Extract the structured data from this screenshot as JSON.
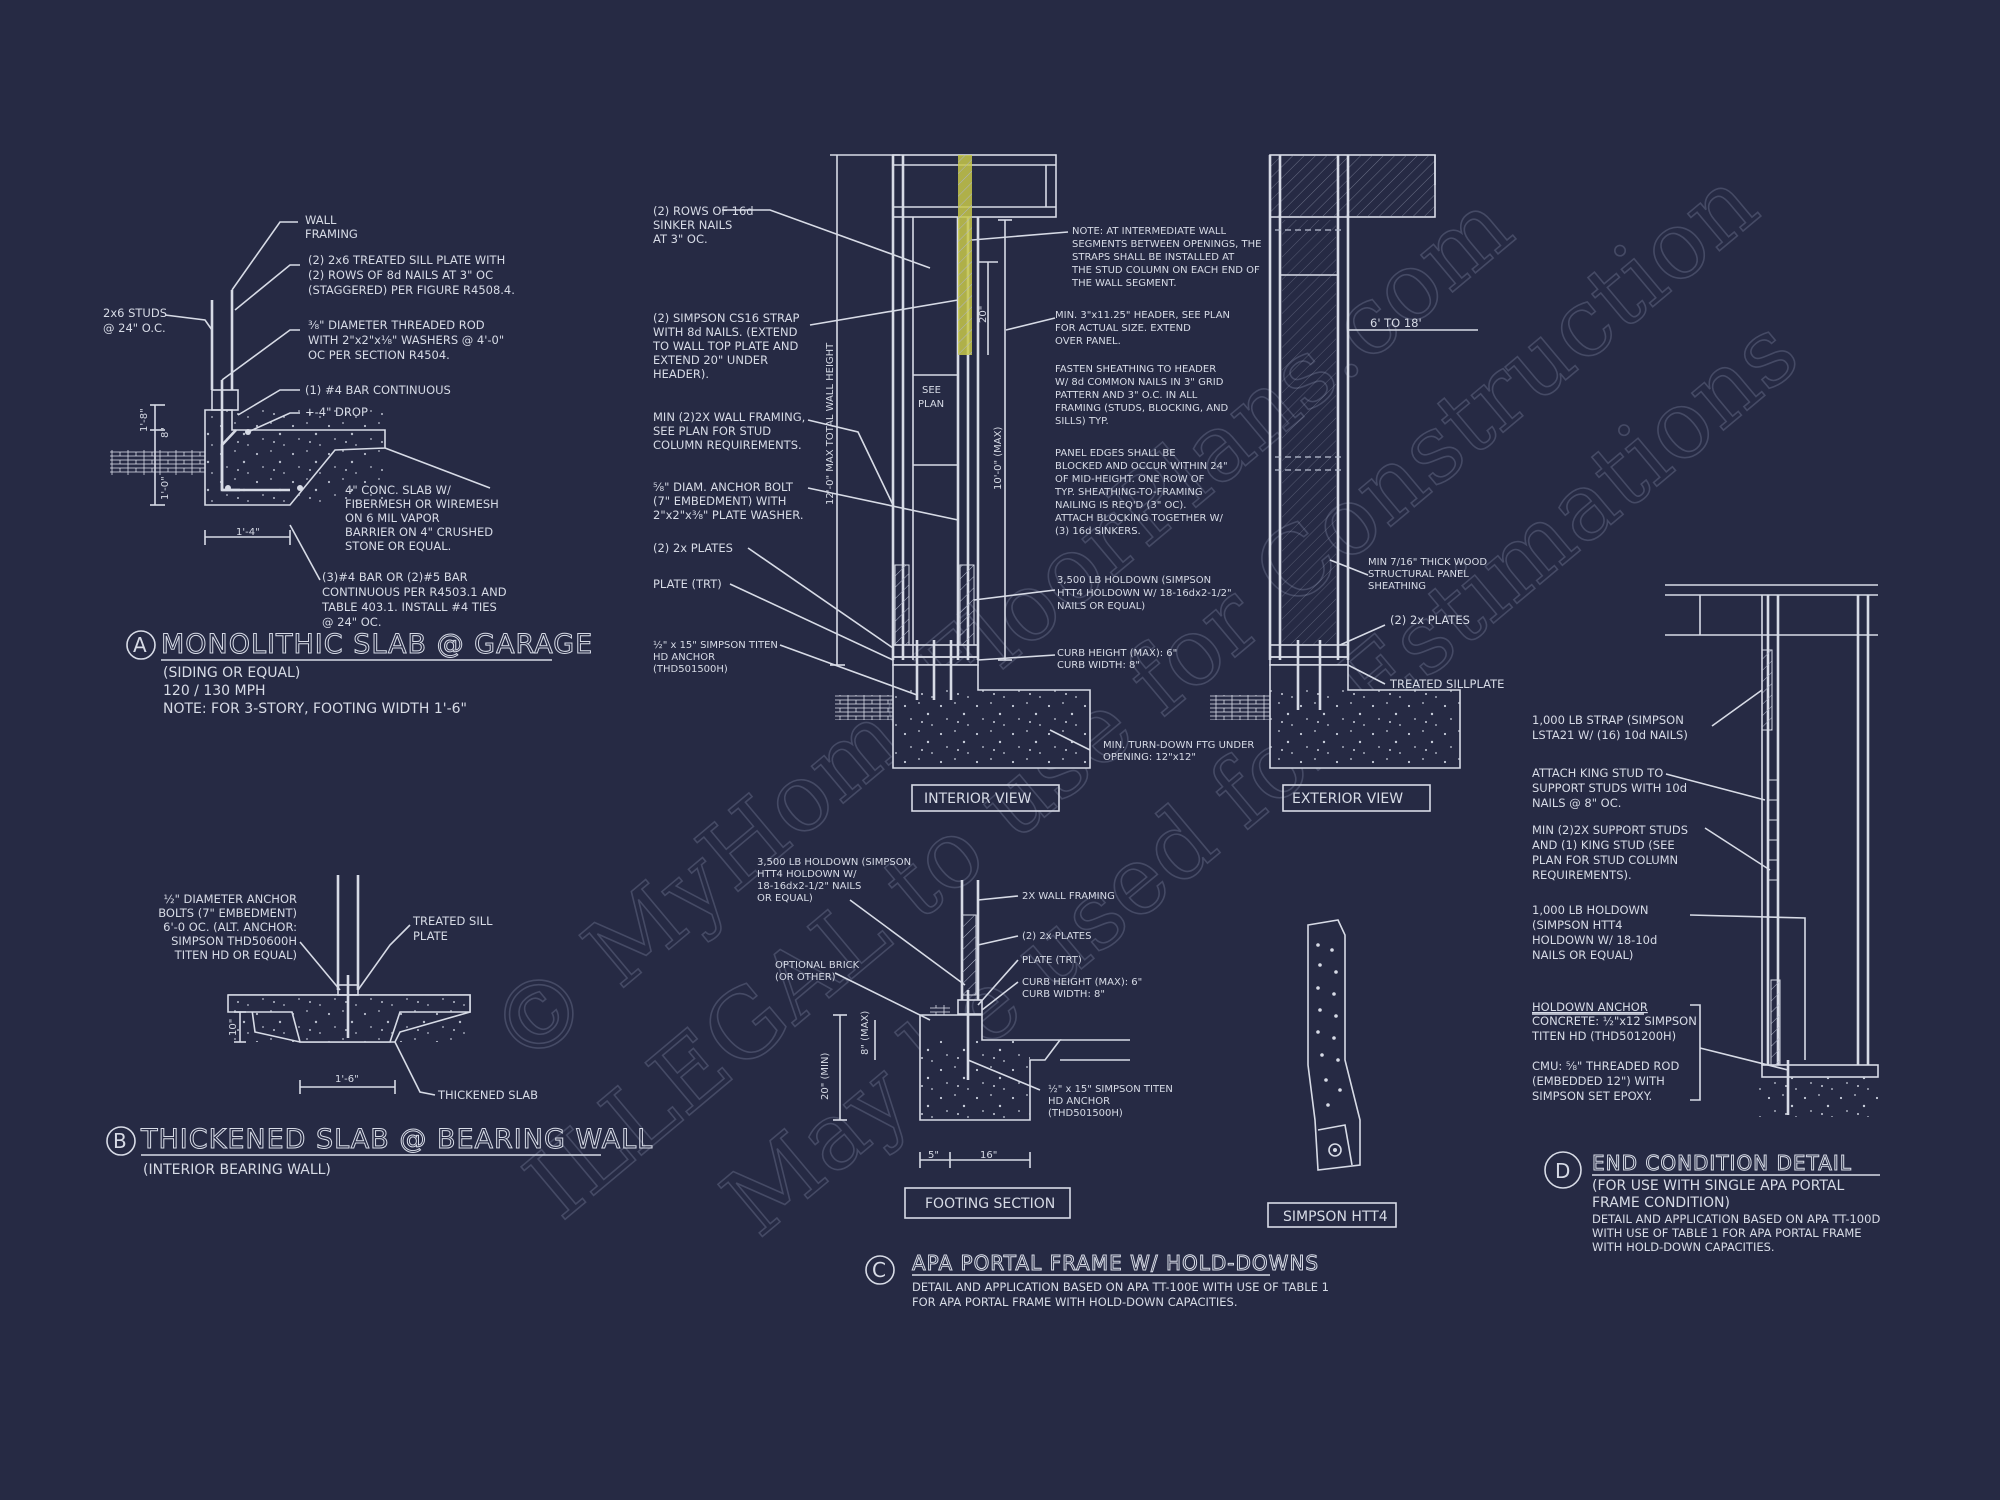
{
  "watermark": {
    "line1": "© MyHomeFloorPlans.com",
    "line2": "ILLEGAL to use for Construction",
    "line3": "May be used for Estimations"
  },
  "detail_a": {
    "circle": "A",
    "title": "MONOLITHIC SLAB @ GARAGE",
    "subtitle_lines": [
      "(SIDING OR EQUAL)",
      "120 / 130 MPH",
      "NOTE: FOR 3-STORY, FOOTING WIDTH 1'-6\""
    ],
    "notes": {
      "wall_framing": [
        "WALL",
        "FRAMING"
      ],
      "sill_plate": [
        "(2) 2x6 TREATED SILL PLATE WITH",
        "(2) ROWS OF 8d NAILS AT 3\" OC",
        "(STAGGERED) PER FIGURE R4508.4."
      ],
      "rod": [
        "⅜\" DIAMETER THREADED ROD",
        "WITH 2\"x2\"x⅛\" WASHERS @ 4'-0\"",
        "OC PER SECTION R4504."
      ],
      "bar": [
        "(1) #4 BAR CONTINUOUS"
      ],
      "drop": [
        "+-4\" DROP"
      ],
      "slab": [
        "4\" CONC. SLAB W/",
        "FIBERMESH OR WIREMESH",
        "ON 6 MIL VAPOR",
        "BARRIER ON 4\" CRUSHED",
        "STONE OR EQUAL."
      ],
      "bars": [
        "(3)#4 BAR OR (2)#5 BAR",
        "CONTINUOUS PER R4503.1 AND",
        "TABLE 403.1. INSTALL #4 TIES",
        "@ 24\" OC."
      ],
      "studs": [
        "2x6 STUDS",
        "@ 24\" O.C."
      ]
    },
    "dims": {
      "d1": "1'-8\"",
      "d2": "8\"",
      "d3": "1'-0\"",
      "d4": "1'-4\""
    }
  },
  "detail_b": {
    "circle": "B",
    "title": "THICKENED SLAB @ BEARING WALL",
    "subtitle": "(INTERIOR BEARING WALL)",
    "notes": {
      "anchor": [
        "½\" DIAMETER ANCHOR",
        "BOLTS (7\" EMBEDMENT)",
        "6'-0 OC. (ALT. ANCHOR:",
        "SIMPSON THD50600H",
        "TITEN HD OR EQUAL)"
      ],
      "sill": [
        "TREATED SILL",
        "PLATE"
      ],
      "slab": [
        "THICKENED SLAB"
      ]
    },
    "dims": {
      "d1": "10\"",
      "d2": "1'-6\""
    }
  },
  "detail_c": {
    "circle": "C",
    "title": "APA PORTAL FRAME W/ HOLD-DOWNS",
    "subtitle_lines": [
      "DETAIL AND APPLICATION BASED ON APA TT-100E WITH USE OF TABLE 1",
      "FOR APA PORTAL FRAME WITH HOLD-DOWN CAPACITIES."
    ],
    "interior_label": "INTERIOR VIEW",
    "exterior_label": "EXTERIOR VIEW",
    "footing_label": "FOOTING SECTION",
    "htt4_label": "SIMPSON HTT4",
    "left_notes": {
      "n1": [
        "(2) ROWS OF 16d",
        "SINKER NAILS",
        "AT 3\" OC."
      ],
      "n2": [
        "(2) SIMPSON CS16 STRAP",
        "WITH 8d NAILS. (EXTEND",
        "TO WALL TOP PLATE AND",
        "EXTEND 20\" UNDER",
        "HEADER)."
      ],
      "n3": [
        "MIN (2)2X WALL FRAMING,",
        "SEE PLAN FOR STUD",
        "COLUMN REQUIREMENTS."
      ],
      "n4": [
        "⅝\" DIAM. ANCHOR BOLT",
        "(7\" EMBEDMENT) WITH",
        "2\"x2\"x⅜\" PLATE WASHER."
      ],
      "n5": [
        "(2) 2x PLATES"
      ],
      "n6": [
        "PLATE (TRT)"
      ],
      "n7": [
        "½\" x 15\" SIMPSON TITEN",
        "HD ANCHOR",
        "(THD501500H)"
      ]
    },
    "mid_notes": {
      "n1": [
        "NOTE: AT INTERMEDIATE WALL",
        "SEGMENTS BETWEEN OPENINGS, THE",
        "STRAPS SHALL BE INSTALLED AT",
        "THE STUD COLUMN ON EACH END OF",
        "THE WALL SEGMENT."
      ],
      "n2": [
        "MIN. 3\"x11.25\" HEADER, SEE PLAN",
        "FOR ACTUAL SIZE. EXTEND",
        "OVER PANEL."
      ],
      "n3": [
        "FASTEN SHEATHING TO HEADER",
        "W/ 8d COMMON NAILS IN 3\" GRID",
        "PATTERN AND 3\" O.C. IN ALL",
        "FRAMING (STUDS, BLOCKING, AND",
        "SILLS) TYP."
      ],
      "n4": [
        "PANEL EDGES SHALL BE",
        "BLOCKED AND OCCUR WITHIN 24\"",
        "OF MID-HEIGHT. ONE ROW OF",
        "TYP. SHEATHING-TO-FRAMING",
        "NAILING IS REQ'D (3\" OC).",
        "ATTACH BLOCKING TOGETHER W/",
        "(3) 16d SINKERS."
      ],
      "n5": [
        "3,500 LB HOLDOWN (SIMPSON",
        "HTT4 HOLDOWN W/ 18-16dx2-1/2\"",
        "NAILS OR EQUAL)"
      ],
      "n6": [
        "CURB HEIGHT (MAX): 6\"",
        "CURB WIDTH: 8\""
      ],
      "n7": [
        "MIN. TURN-DOWN FTG UNDER",
        "OPENING: 12\"x12\""
      ]
    },
    "right_notes": {
      "span": "6' TO 18'",
      "sheathing": [
        "MIN 7/16\" THICK WOOD",
        "STRUCTURAL PANEL",
        "SHEATHING"
      ],
      "plates": [
        "(2) 2x PLATES"
      ],
      "sill": [
        "TREATED SILLPLATE"
      ]
    },
    "vert_dims": {
      "total": "12'-0\" MAX TOTAL WALL HEIGHT",
      "max": "10'-0\" (MAX)",
      "strap": "20\"",
      "see_plan": [
        "SEE",
        "PLAN"
      ]
    },
    "footing_notes": {
      "n1": [
        "3,500 LB HOLDOWN (SIMPSON",
        "HTT4 HOLDOWN W/",
        "18-16dx2-1/2\" NAILS",
        "OR EQUAL)"
      ],
      "n2": [
        "2X WALL FRAMING"
      ],
      "n3": [
        "(2) 2x PLATES"
      ],
      "n4": [
        "PLATE (TRT)"
      ],
      "n5": [
        "CURB HEIGHT (MAX): 6\"",
        "CURB WIDTH: 8\""
      ],
      "n6": [
        "OPTIONAL BRICK",
        "(OR OTHER)"
      ],
      "n7": [
        "½\" x 15\" SIMPSON TITEN",
        "HD ANCHOR",
        "(THD501500H)"
      ],
      "dims": {
        "min20": "20\" (MIN)",
        "max8": "8\" (MAX)",
        "w5": "5\"",
        "w16": "16\""
      }
    }
  },
  "detail_d": {
    "circle": "D",
    "title": "END CONDITION DETAIL",
    "subtitle_lines": [
      "(FOR USE WITH SINGLE APA PORTAL",
      "FRAME CONDITION)"
    ],
    "desc_lines": [
      "DETAIL AND APPLICATION BASED ON APA TT-100D",
      "WITH USE OF TABLE 1 FOR APA PORTAL FRAME",
      "WITH HOLD-DOWN CAPACITIES."
    ],
    "notes": {
      "n1": [
        "1,000 LB STRAP (SIMPSON",
        "LSTA21 W/ (16) 10d NAILS)"
      ],
      "n2": [
        "ATTACH KING STUD TO",
        "SUPPORT STUDS WITH 10d",
        "NAILS @ 8\" OC."
      ],
      "n3": [
        "MIN (2)2X SUPPORT STUDS",
        "AND (1) KING STUD (SEE",
        "PLAN FOR STUD COLUMN",
        "REQUIREMENTS)."
      ],
      "n4": [
        "1,000 LB HOLDOWN",
        "(SIMPSON HTT4",
        "HOLDOWN W/ 18-10d",
        "NAILS OR EQUAL)"
      ],
      "n5_head": "HOLDOWN ANCHOR",
      "n5": [
        "CONCRETE: ½\"x12 SIMPSON",
        "TITEN HD (THD501200H)"
      ],
      "n6": [
        "CMU: ⅝\" THREADED ROD",
        "(EMBEDDED 12\") WITH",
        "SIMPSON SET EPOXY."
      ]
    }
  },
  "colors": {
    "background": "#262a44",
    "lines": "#d7dbe6",
    "strap": "#c8c84a"
  }
}
